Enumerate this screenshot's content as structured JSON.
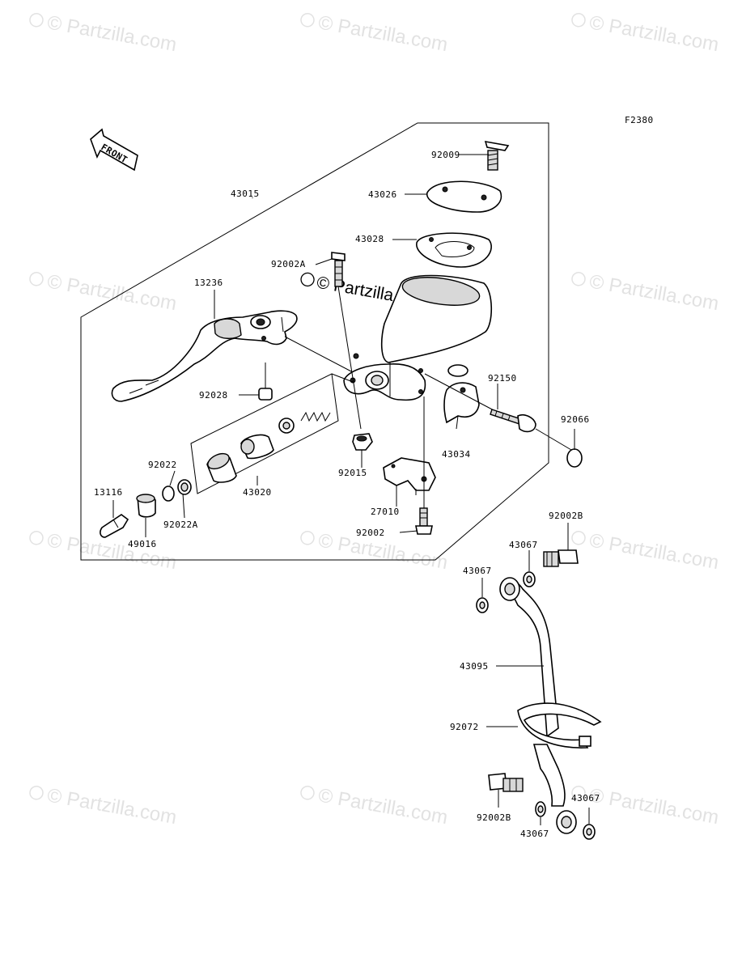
{
  "figure_code": "F2380",
  "front_label": "FRONT",
  "watermark": "© Partzilla.com",
  "center_watermark": "© Partzilla.com",
  "parts": {
    "p92009": "92009",
    "p43026": "43026",
    "p43015": "43015",
    "p43028": "43028",
    "p92002A": "92002A",
    "p13236": "13236",
    "p92150": "92150",
    "p92066": "92066",
    "p92028": "92028",
    "p43034": "43034",
    "p92015": "92015",
    "p92022": "92022",
    "p43020": "43020",
    "p13116": "13116",
    "p92022A": "92022A",
    "p49016": "49016",
    "p27010": "27010",
    "p92002": "92002",
    "p92002B_top": "92002B",
    "p43067_a": "43067",
    "p43067_b": "43067",
    "p43095": "43095",
    "p92072": "92072",
    "p92002B_bot": "92002B",
    "p43067_c": "43067",
    "p43067_d": "43067"
  }
}
